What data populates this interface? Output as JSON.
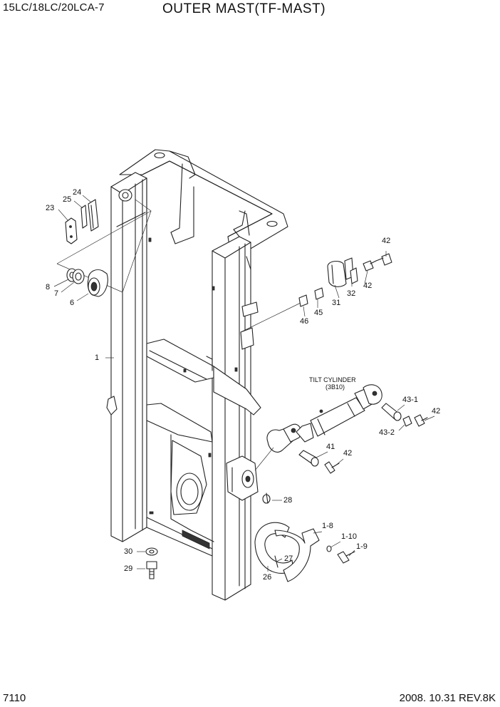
{
  "header": {
    "model": "15LC/18LC/20LCA-7",
    "title": "OUTER MAST(TF-MAST)"
  },
  "footer": {
    "page_number": "7110",
    "revision": "2008. 10.31  REV.8K"
  },
  "diagram": {
    "tilt_cylinder_label": "TILT CYLINDER",
    "tilt_cylinder_ref": "(3B10)",
    "callouts": [
      {
        "id": "c1",
        "label": "1"
      },
      {
        "id": "c1_8",
        "label": "1-8"
      },
      {
        "id": "c1_9",
        "label": "1-9"
      },
      {
        "id": "c1_10",
        "label": "1-10"
      },
      {
        "id": "c6",
        "label": "6"
      },
      {
        "id": "c7",
        "label": "7"
      },
      {
        "id": "c8",
        "label": "8"
      },
      {
        "id": "c23",
        "label": "23"
      },
      {
        "id": "c24",
        "label": "24"
      },
      {
        "id": "c25",
        "label": "25"
      },
      {
        "id": "c26",
        "label": "26"
      },
      {
        "id": "c27",
        "label": "27"
      },
      {
        "id": "c28",
        "label": "28"
      },
      {
        "id": "c29",
        "label": "29"
      },
      {
        "id": "c30",
        "label": "30"
      },
      {
        "id": "c31",
        "label": "31"
      },
      {
        "id": "c32",
        "label": "32"
      },
      {
        "id": "c41",
        "label": "41"
      },
      {
        "id": "c42a",
        "label": "42"
      },
      {
        "id": "c42b",
        "label": "42"
      },
      {
        "id": "c42c",
        "label": "42"
      },
      {
        "id": "c42d",
        "label": "42"
      },
      {
        "id": "c43_1",
        "label": "43-1"
      },
      {
        "id": "c43_2",
        "label": "43-2"
      },
      {
        "id": "c45",
        "label": "45"
      },
      {
        "id": "c46",
        "label": "46"
      }
    ]
  }
}
